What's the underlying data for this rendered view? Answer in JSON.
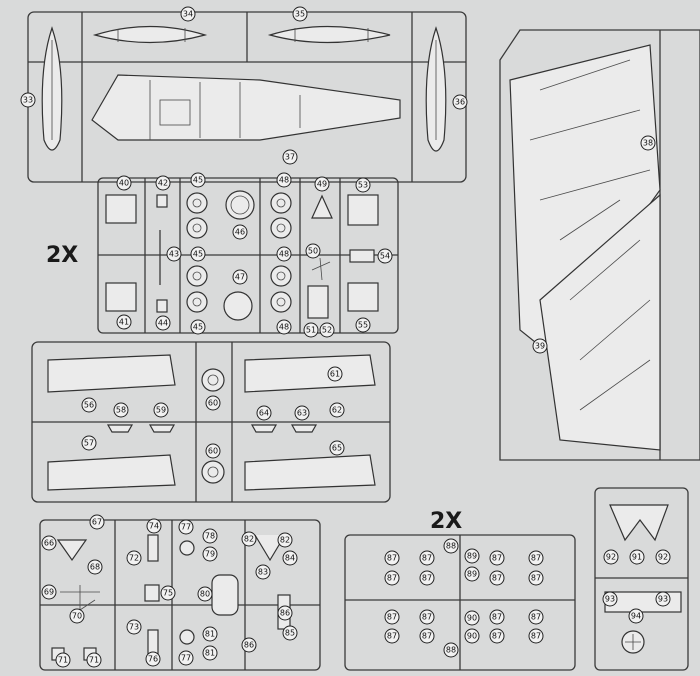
{
  "multiplier_labels": {
    "sprue_left": "2X",
    "sprue_bottom": "2X"
  },
  "part_numbers": {
    "p33": "33",
    "p34": "34",
    "p35": "35",
    "p36": "36",
    "p37": "37",
    "p38": "38",
    "p39": "39",
    "p40": "40",
    "p41": "41",
    "p42": "42",
    "p43": "43",
    "p44": "44",
    "p45a": "45",
    "p45b": "45",
    "p45c": "45",
    "p46": "46",
    "p47": "47",
    "p48a": "48",
    "p48b": "48",
    "p48c": "48",
    "p49": "49",
    "p50": "50",
    "p51": "51",
    "p52": "52",
    "p53": "53",
    "p54": "54",
    "p55": "55",
    "p56": "56",
    "p57": "57",
    "p58": "58",
    "p59": "59",
    "p60a": "60",
    "p60b": "60",
    "p61": "61",
    "p62": "62",
    "p63": "63",
    "p64": "64",
    "p65": "65",
    "p66": "66",
    "p67": "67",
    "p68": "68",
    "p69": "69",
    "p70": "70",
    "p71a": "71",
    "p71b": "71",
    "p72": "72",
    "p73": "73",
    "p74": "74",
    "p75": "75",
    "p76": "76",
    "p77a": "77",
    "p77b": "77",
    "p78": "78",
    "p79": "79",
    "p80": "80",
    "p81a": "81",
    "p81b": "81",
    "p82a": "82",
    "p82b": "82",
    "p83": "83",
    "p84": "84",
    "p85": "85",
    "p86a": "86",
    "p86b": "86",
    "p87_1": "87",
    "p87_2": "87",
    "p87_3": "87",
    "p87_4": "87",
    "p87_5": "87",
    "p87_6": "87",
    "p87_7": "87",
    "p87_8": "87",
    "p87_9": "87",
    "p87_10": "87",
    "p87_11": "87",
    "p87_12": "87",
    "p87_13": "87",
    "p87_14": "87",
    "p87_15": "87",
    "p87_16": "87",
    "p88a": "88",
    "p88b": "88",
    "p89a": "89",
    "p89b": "89",
    "p90a": "90",
    "p90b": "90",
    "p91": "91",
    "p92a": "92",
    "p92b": "92",
    "p93a": "93",
    "p93b": "93",
    "p94": "94"
  }
}
